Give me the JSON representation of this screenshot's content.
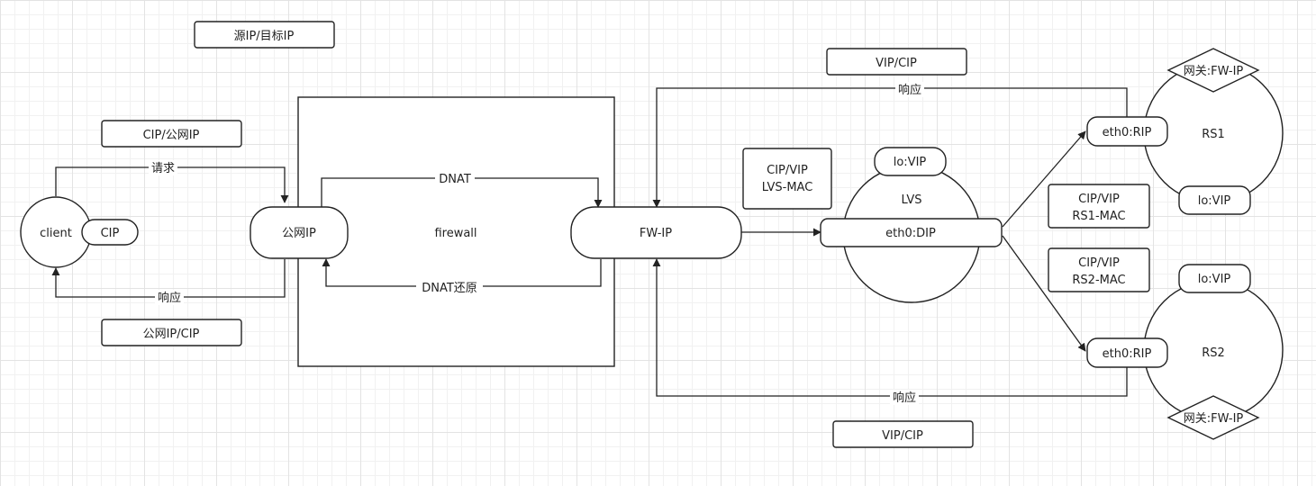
{
  "legend": {
    "src_dst": "源IP/目标IP",
    "cip_public": "CIP/公网IP",
    "public_cip": "公网IP/CIP",
    "vip_cip_top": "VIP/CIP",
    "vip_cip_bottom": "VIP/CIP",
    "cip_vip_lvs_mac": [
      "CIP/VIP",
      "LVS-MAC"
    ],
    "cip_vip_rs1_mac": [
      "CIP/VIP",
      "RS1-MAC"
    ],
    "cip_vip_rs2_mac": [
      "CIP/VIP",
      "RS2-MAC"
    ]
  },
  "nodes": {
    "client": "client",
    "cip": "CIP",
    "public_ip": "公网IP",
    "firewall": "firewall",
    "fw_ip": "FW-IP",
    "lvs": "LVS",
    "lvs_lo": "lo:VIP",
    "lvs_eth0": "eth0:DIP",
    "rs1": "RS1",
    "rs1_eth0": "eth0:RIP",
    "rs1_lo": "lo:VIP",
    "rs1_gateway": "网关:FW-IP",
    "rs2": "RS2",
    "rs2_eth0": "eth0:RIP",
    "rs2_lo": "lo:VIP",
    "rs2_gateway": "网关:FW-IP"
  },
  "edges": {
    "request": "请求",
    "response_client": "响应",
    "dnat": "DNAT",
    "dnat_restore": "DNAT还原",
    "response_rs1": "响应",
    "response_rs2": "响应"
  }
}
